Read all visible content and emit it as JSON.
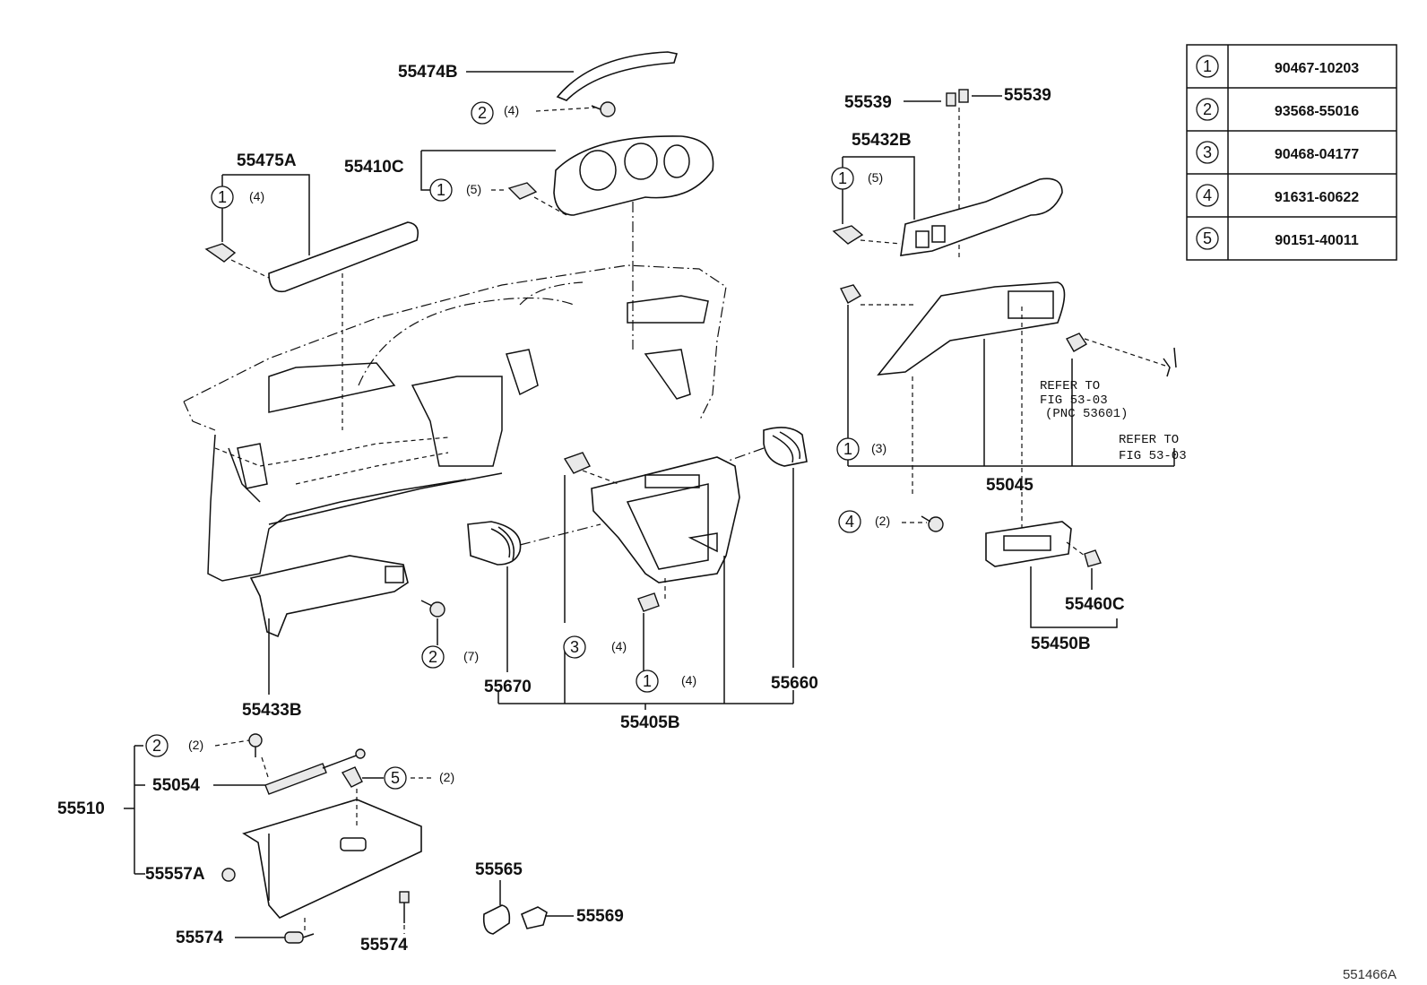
{
  "parts": {
    "p55474B": "55474B",
    "p55475A": "55475A",
    "p55410C": "55410C",
    "p55539a": "55539",
    "p55539b": "55539",
    "p55432B": "55432B",
    "p55433B": "55433B",
    "p55670": "55670",
    "p55660": "55660",
    "p55405B": "55405B",
    "p55045": "55045",
    "p55460C": "55460C",
    "p55450B": "55450B",
    "p55510": "55510",
    "p55054": "55054",
    "p55557A": "55557A",
    "p55574a": "55574",
    "p55574b": "55574",
    "p55565": "55565",
    "p55569": "55569"
  },
  "callouts": {
    "c1": {
      "n": "2",
      "q": "(4)"
    },
    "c2": {
      "n": "1",
      "q": "(4)"
    },
    "c3": {
      "n": "1",
      "q": "(5)"
    },
    "c4": {
      "n": "1",
      "q": "(5)"
    },
    "c5": {
      "n": "1",
      "q": "(3)"
    },
    "c6": {
      "n": "4",
      "q": "(2)"
    },
    "c7": {
      "n": "2",
      "q": "(7)"
    },
    "c8": {
      "n": "3",
      "q": "(4)"
    },
    "c9": {
      "n": "1",
      "q": "(4)"
    },
    "c10": {
      "n": "2",
      "q": "(2)"
    },
    "c11": {
      "n": "5",
      "q": "(2)"
    }
  },
  "notes": {
    "refer1": [
      "REFER TO",
      "FIG 53-03",
      "(PNC 53601)"
    ],
    "refer2": [
      "REFER TO",
      "FIG 53-03"
    ]
  },
  "legend": [
    {
      "n": "1",
      "code": "90467-10203"
    },
    {
      "n": "2",
      "code": "93568-55016"
    },
    {
      "n": "3",
      "code": "90468-04177"
    },
    {
      "n": "4",
      "code": "91631-60622"
    },
    {
      "n": "5",
      "code": "90151-40011"
    }
  ],
  "figure_code": "551466A"
}
